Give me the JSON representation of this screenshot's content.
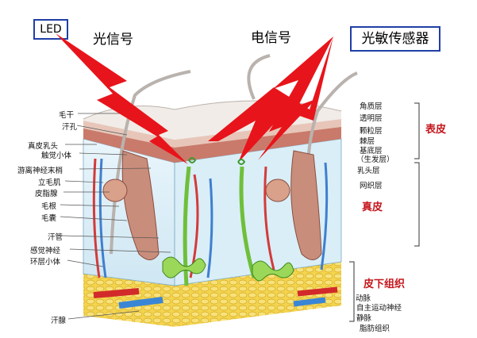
{
  "header": {
    "led_label": "LED",
    "optical_signal": "光信号",
    "electrical_signal": "电信号",
    "sensor_label": "光敏传感器"
  },
  "left_labels": [
    "毛干",
    "汗孔",
    "真皮乳头",
    "触觉小体",
    "游离神经末梢",
    "立毛肌",
    "皮脂腺",
    "毛根",
    "毛囊",
    "汗管",
    "感觉神经",
    "环层小体",
    "汗腺"
  ],
  "right_labels": [
    "角质层",
    "透明层",
    "颗粒层",
    "棘层",
    "基底层",
    "（生发层）",
    "乳头层",
    "网织层",
    "动脉",
    "自主运动神经",
    "静脉",
    "脂肪组织"
  ],
  "sections": {
    "epidermis": "表皮",
    "dermis": "真皮",
    "subcutaneous": "皮下组织"
  },
  "colors": {
    "bolt_red": "#e8141b",
    "border_blue": "#1f3fa6",
    "section_red": "#c4161c",
    "dermis_blue": "#d6ecf6",
    "fat_yellow": "#f1d24a",
    "gland_green": "#8ed34a"
  }
}
